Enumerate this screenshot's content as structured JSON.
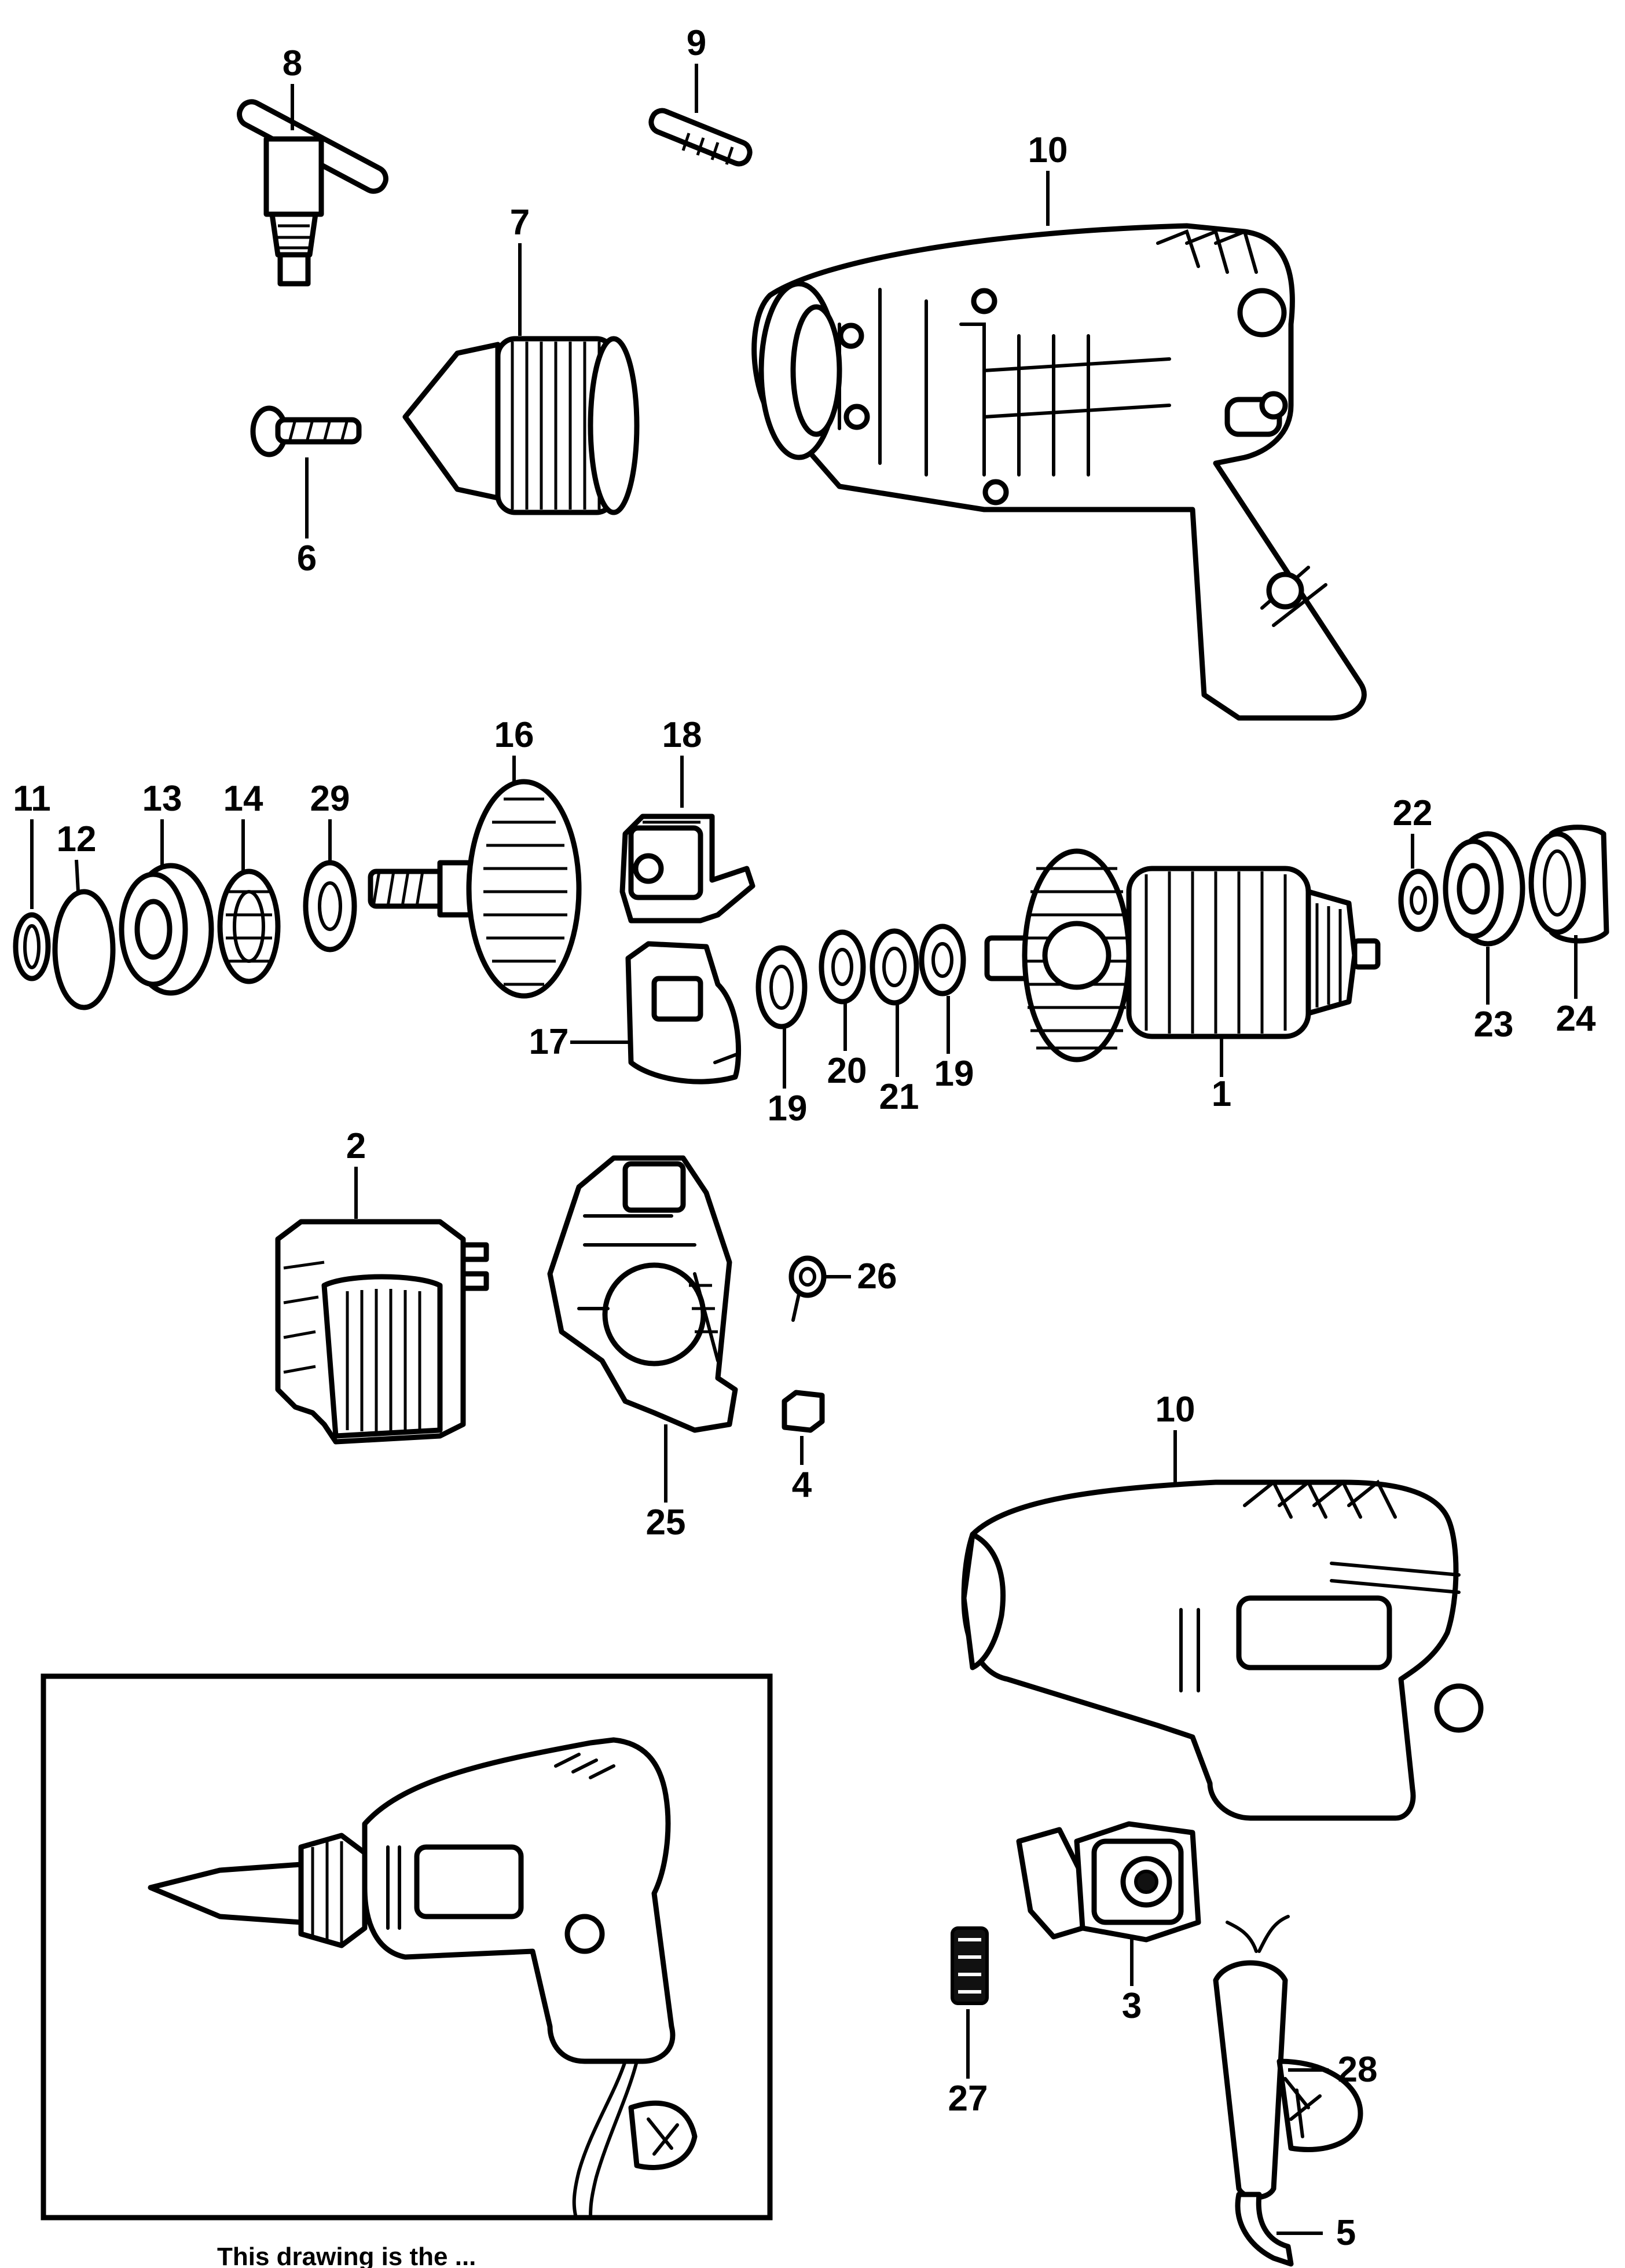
{
  "labels": {
    "p1": "1",
    "p2": "2",
    "p3": "3",
    "p4": "4",
    "p5": "5",
    "p6": "6",
    "p7": "7",
    "p8": "8",
    "p9": "9",
    "p10a": "10",
    "p10b": "10",
    "p11": "11",
    "p12": "12",
    "p13": "13",
    "p14": "14",
    "p16": "16",
    "p17": "17",
    "p18": "18",
    "p19a": "19",
    "p19b": "19",
    "p20": "20",
    "p21": "21",
    "p22": "22",
    "p23": "23",
    "p24": "24",
    "p25": "25",
    "p26": "26",
    "p27": "27",
    "p28": "28",
    "p29": "29"
  },
  "footer_note": "This drawing is the ..."
}
